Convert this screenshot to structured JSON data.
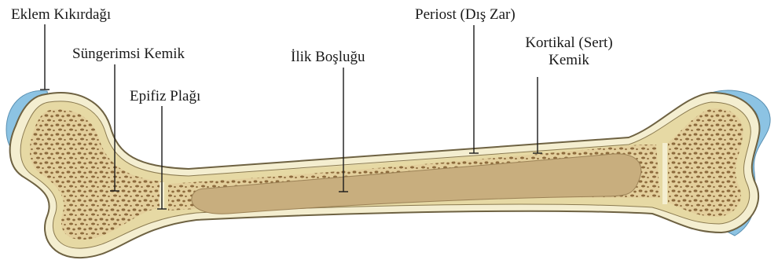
{
  "labels": {
    "articular_cartilage": "Eklem Kıkırdağı",
    "spongy_bone": "Süngerimsi Kemik",
    "epiphyseal_plate": "Epifiz Plağı",
    "marrow_cavity": "İlik Boşluğu",
    "periosteum": "Periost (Dış Zar)",
    "cortical_bone_line1": "Kortikal (Sert)",
    "cortical_bone_line2": "Kemik"
  },
  "colors": {
    "cartilage": "#8cc3e3",
    "periosteum": "#f4eed0",
    "cortical": "#e6d9a4",
    "spongy_fill": "#e3cf9c",
    "spongy_pores": "#8c6a3c",
    "marrow": "#c8ae7e",
    "outline": "#6e6242"
  }
}
